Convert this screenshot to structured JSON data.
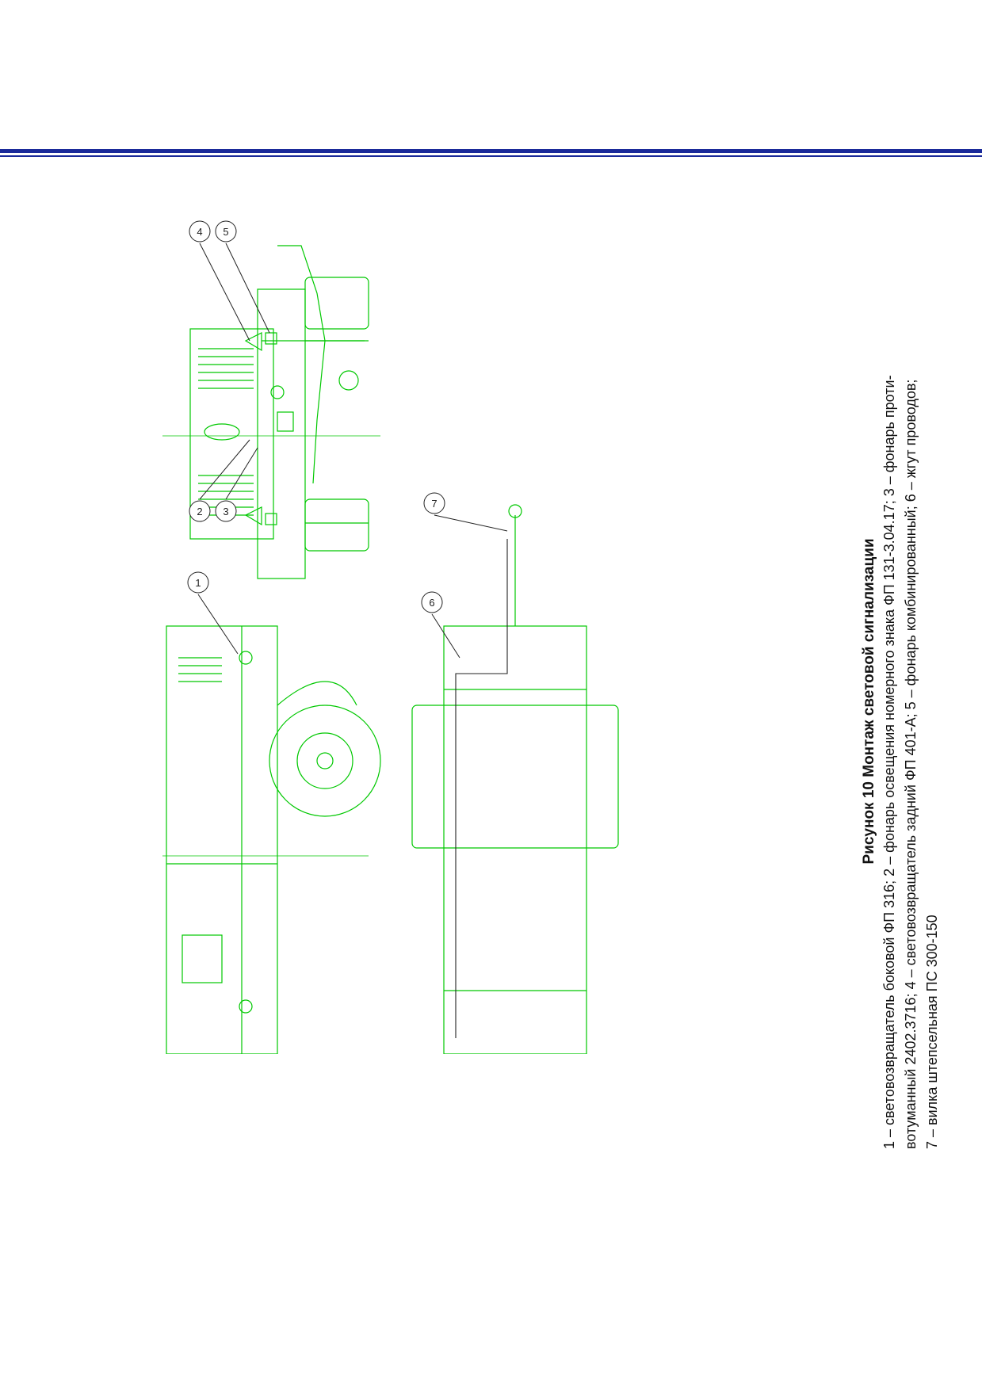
{
  "header": {
    "rule_color": "#1a2a9a"
  },
  "drawing": {
    "line_color": "#00c800",
    "callouts": [
      "1",
      "2",
      "3",
      "4",
      "5",
      "6",
      "7"
    ]
  },
  "caption": {
    "title": "Рисунок 10 Монтаж световой сигнализации",
    "lines": [
      "1 – световозвращатель боковой ФП 316; 2 – фонарь освещения номерного знака ФП 131-3.04.17; 3 – фонарь проти-",
      "вотуманный 2402.3716; 4 – световозвращатель задний ФП 401-А; 5 – фонарь комбинированный; 6 – жгут проводов;",
      "7 – вилка штепсельная ПС 300-150"
    ]
  }
}
